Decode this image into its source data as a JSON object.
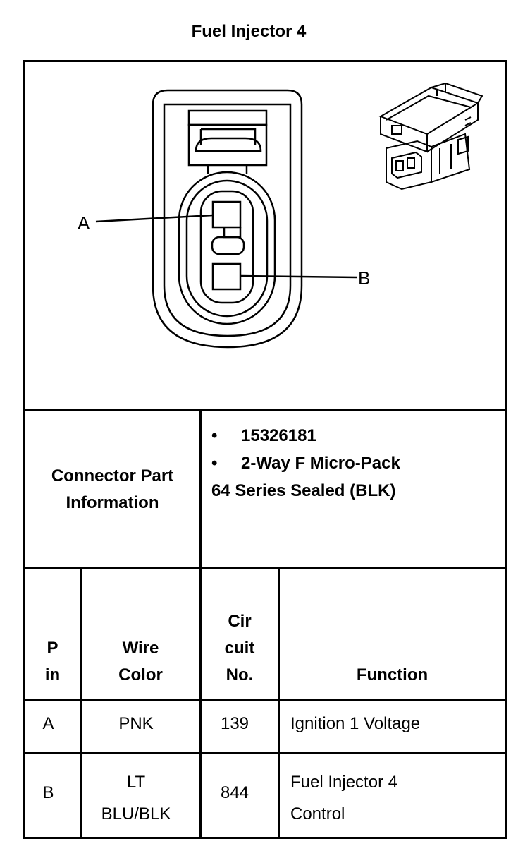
{
  "title": "Fuel Injector 4",
  "diagram": {
    "pin_labels": [
      "A",
      "B"
    ]
  },
  "connector_info": {
    "label_line1": "Connector Part",
    "label_line2": "Information",
    "bullet_symbol": "•",
    "bullets": [
      "15326181",
      "2-Way F Micro-Pack"
    ],
    "extra_line": "64 Series Sealed (BLK)"
  },
  "table": {
    "headers": {
      "pin": [
        "P",
        "in"
      ],
      "wire_color": [
        "Wire",
        "Color"
      ],
      "circuit": [
        "Cir",
        "cuit",
        "No."
      ],
      "function": "Function"
    },
    "rows": [
      {
        "pin": "A",
        "wire": [
          "PNK"
        ],
        "circuit": "139",
        "function": [
          "Ignition 1 Voltage"
        ]
      },
      {
        "pin": "B",
        "wire": [
          "LT",
          "BLU/BLK"
        ],
        "circuit": "844",
        "function": [
          "Fuel Injector 4",
          "Control"
        ]
      }
    ]
  }
}
